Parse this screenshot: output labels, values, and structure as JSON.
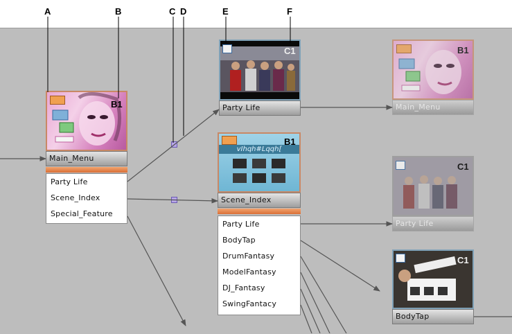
{
  "callouts": [
    "A",
    "B",
    "C",
    "D",
    "E",
    "F"
  ],
  "nodes": {
    "main_menu": {
      "caption": "Main_Menu",
      "badge": "B1",
      "items": [
        "Party Life",
        "Scene_Index",
        "Special_Feature"
      ]
    },
    "party_life": {
      "caption": "Party Life",
      "badge": "C1"
    },
    "scene_index": {
      "caption": "Scene_Index",
      "badge": "B1",
      "header_text": "vIhqh#Lqqh[",
      "items": [
        "Party Life",
        "BodyTap",
        "DrumFantasy",
        "ModelFantasy",
        "DJ_Fantasy",
        "SwingFantacy"
      ]
    },
    "main_menu_ghost": {
      "caption": "Main_Menu",
      "badge": "B1"
    },
    "party_life_ghost": {
      "caption": "Party Life",
      "badge": "C1"
    },
    "bodytap": {
      "caption": "BodyTap",
      "badge": "C1"
    }
  },
  "icons": {
    "menu": "menu-icon",
    "timeline": "film-icon",
    "link": "link-square-icon"
  },
  "colors": {
    "canvas": "#bdbdbd",
    "menu_border": "#c98865",
    "timeline_border": "#7fa1b7",
    "accent_orange": "#e0793f",
    "wire": "#555555"
  }
}
